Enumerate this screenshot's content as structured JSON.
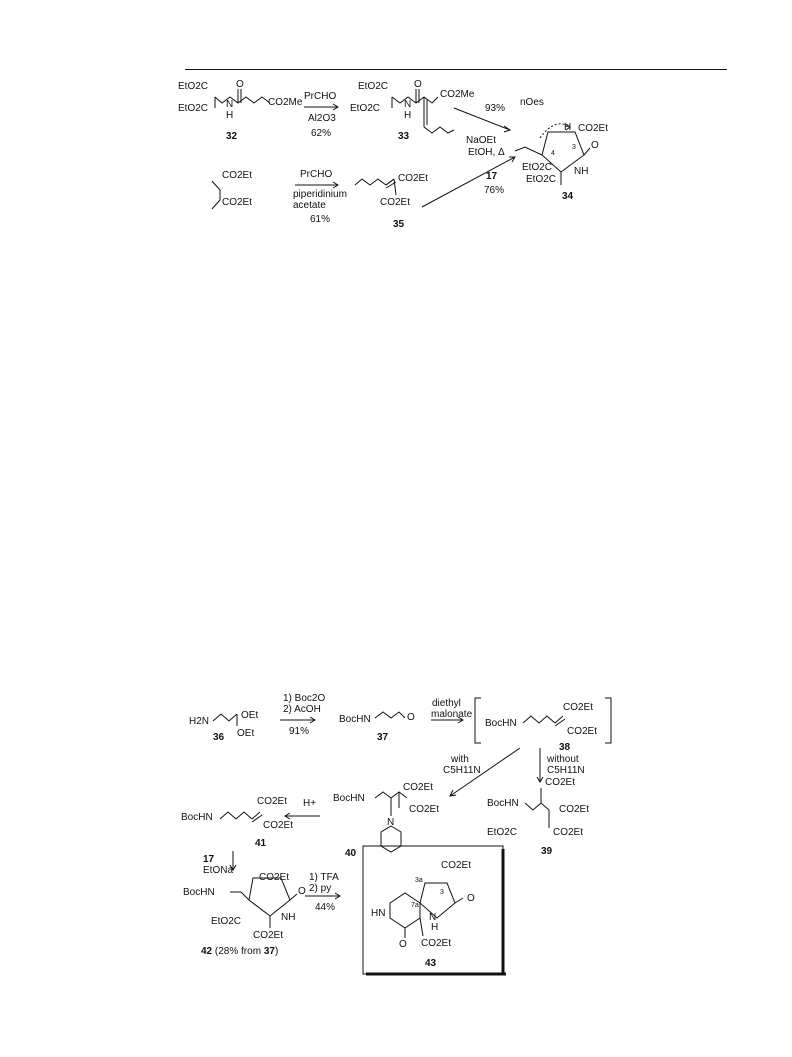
{
  "scheme_top": {
    "c32": {
      "label": "32",
      "g1": "EtO2C",
      "g2": "EtO2C",
      "o": "O",
      "nh": "N",
      "h": "H",
      "g3": "CO2Me"
    },
    "step1": {
      "reagent": "PrCHO",
      "cond": "Al2O3",
      "yield": "62%"
    },
    "c33": {
      "label": "33",
      "g1": "EtO2C",
      "g2": "EtO2C",
      "o": "O",
      "nh": "N",
      "h": "H",
      "g3": "CO2Me"
    },
    "step2": {
      "yield": "93%",
      "reagent": "NaOEt",
      "cond": "EtOH, Δ",
      "nucleophile": "17",
      "yield2": "76%"
    },
    "c34": {
      "label": "34",
      "noes": "nOes",
      "h": "H",
      "g1": "CO2Et",
      "n3": "3",
      "n4": "4",
      "o": "O",
      "nh": "NH",
      "g2": "EtO2C",
      "g3": "EtO2C"
    },
    "malonate": {
      "g1": "CO2Et",
      "g2": "CO2Et"
    },
    "step3": {
      "reagent": "PrCHO",
      "cond1": "piperidinium",
      "cond2": "acetate",
      "yield": "61%"
    },
    "c35": {
      "label": "35",
      "g1": "CO2Et",
      "g2": "CO2Et"
    }
  },
  "scheme_bottom": {
    "c36": {
      "label": "36",
      "h2n": "H2N",
      "oet1": "OEt",
      "oet2": "OEt"
    },
    "step1": {
      "r1": "1) Boc2O",
      "r2": "2) AcOH",
      "yield": "91%"
    },
    "c37": {
      "label": "37",
      "boc": "BocHN",
      "o": "O"
    },
    "step2": {
      "r1": "diethyl",
      "r2": "malonate"
    },
    "c38": {
      "label": "38",
      "boc": "BocHN",
      "g1": "CO2Et",
      "g2": "CO2Et"
    },
    "with": {
      "w": "with",
      "r": "C5H11N"
    },
    "without": {
      "w": "without",
      "r": "C5H11N"
    },
    "c40": {
      "label": "40",
      "boc": "BocHN",
      "g1": "CO2Et",
      "g2": "CO2Et",
      "n": "N"
    },
    "c39": {
      "label": "39",
      "boc": "BocHN",
      "g1": "CO2Et",
      "g2": "CO2Et",
      "g3": "EtO2C",
      "g4": "CO2Et"
    },
    "hplus": "H+",
    "c41": {
      "label": "41",
      "boc": "BocHN",
      "g1": "CO2Et",
      "g2": "CO2Et"
    },
    "step3": {
      "nuc": "17",
      "base": "EtONa"
    },
    "c42": {
      "label": "42",
      "note1": " (28% from ",
      "ref": "37",
      "note2": ")",
      "boc": "BocHN",
      "g1": "CO2Et",
      "o": "O",
      "nh": "NH",
      "g2": "EtO2C",
      "g3": "CO2Et"
    },
    "step4": {
      "r1": "1) TFA",
      "r2": "2) py",
      "yield": "44%"
    },
    "c43": {
      "label": "43",
      "g1": "CO2Et",
      "n3a": "3a",
      "n3": "3",
      "n7a": "7a",
      "hn": "HN",
      "n": "N",
      "h": "H",
      "o1": "O",
      "o2": "O",
      "g2": "CO2Et"
    }
  }
}
